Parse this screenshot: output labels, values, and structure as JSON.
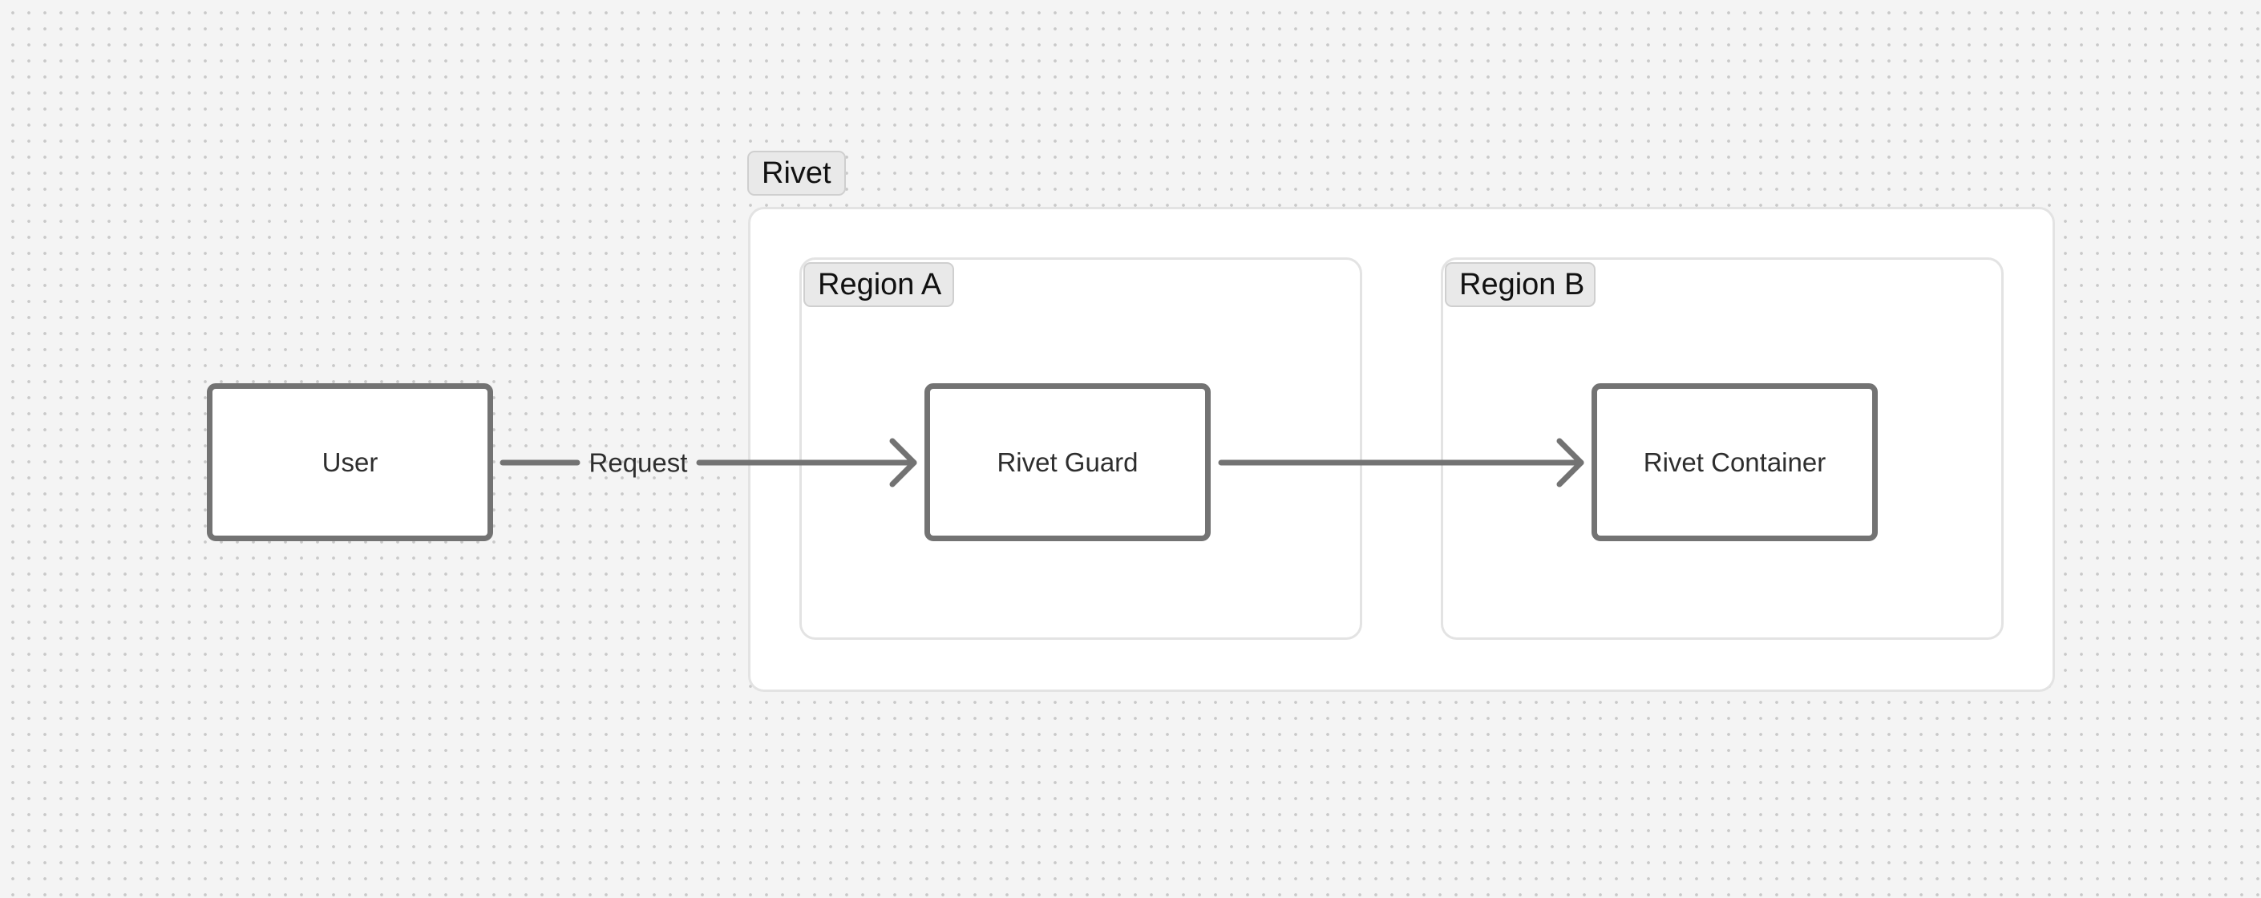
{
  "groups": {
    "rivet": {
      "label": "Rivet"
    },
    "region_a": {
      "label": "Region A"
    },
    "region_b": {
      "label": "Region B"
    }
  },
  "nodes": {
    "user": {
      "label": "User"
    },
    "guard": {
      "label": "Rivet Guard"
    },
    "container": {
      "label": "Rivet Container"
    }
  },
  "edges": {
    "user_to_guard": {
      "label": "Request"
    },
    "guard_to_container": {
      "label": ""
    }
  },
  "colors": {
    "background": "#f4f4f4",
    "node_border": "#737373",
    "group_border": "#e3e3e3",
    "tag_fill": "#e9e9e9"
  }
}
